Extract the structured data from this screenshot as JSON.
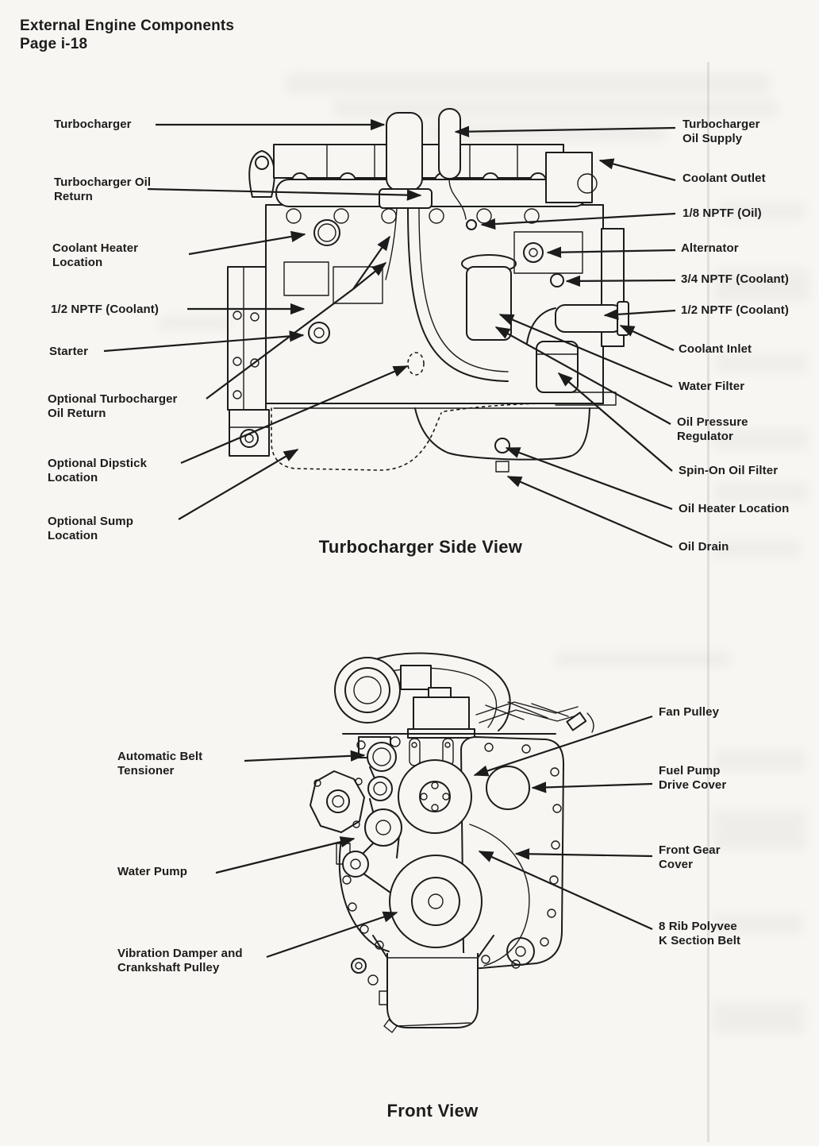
{
  "page": {
    "title": "External Engine Components",
    "page_number": "Page i-18"
  },
  "colors": {
    "ink": "#1c1c1c",
    "paper": "#f7f6f2"
  },
  "side_view": {
    "caption": "Turbocharger Side View",
    "labels_left": [
      {
        "text": "Turbocharger"
      },
      {
        "text": "Turbocharger Oil Return"
      },
      {
        "text": "Coolant Heater Location"
      },
      {
        "text": "1/2 NPTF (Coolant)"
      },
      {
        "text": "Starter"
      },
      {
        "text": "Optional Turbocharger Oil Return"
      },
      {
        "text": "Optional Dipstick Location"
      },
      {
        "text": "Optional Sump Location"
      }
    ],
    "labels_right": [
      {
        "text": "Turbocharger Oil Supply"
      },
      {
        "text": "Coolant Outlet"
      },
      {
        "text": "1/8 NPTF (Oil)"
      },
      {
        "text": "Alternator"
      },
      {
        "text": "3/4 NPTF (Coolant)"
      },
      {
        "text": "1/2 NPTF (Coolant)"
      },
      {
        "text": "Coolant Inlet"
      },
      {
        "text": "Water Filter"
      },
      {
        "text": "Oil Pressure Regulator"
      },
      {
        "text": "Spin-On Oil Filter"
      },
      {
        "text": "Oil Heater Location"
      },
      {
        "text": "Oil Drain"
      }
    ]
  },
  "front_view": {
    "caption": "Front View",
    "labels_left": [
      {
        "text": "Automatic Belt Tensioner"
      },
      {
        "text": "Water Pump"
      },
      {
        "text": "Vibration Damper and Crankshaft Pulley"
      }
    ],
    "labels_right": [
      {
        "text": "Fan Pulley"
      },
      {
        "text": "Fuel Pump Drive Cover"
      },
      {
        "text": "Front Gear Cover"
      },
      {
        "text": "8 Rib Polyvee K Section Belt"
      }
    ]
  }
}
